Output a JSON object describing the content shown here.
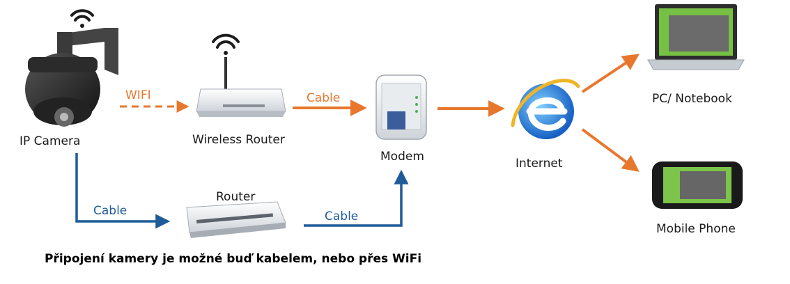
{
  "nodes": {
    "ip_camera": "IP Camera",
    "wireless_router": "Wireless Router",
    "router": "Router",
    "modem": "Modem",
    "internet": "Internet",
    "pc_notebook": "PC/ Notebook",
    "mobile_phone": "Mobile Phone"
  },
  "edges": {
    "wifi": "WIFI",
    "cable_1": "Cable",
    "cable_2": "Cable",
    "cable_3": "Cable"
  },
  "caption": "Připojení kamery je možné buď kabelem, nebo přes WiFi",
  "colors": {
    "orange": "#e8772e",
    "blue": "#1f5b99"
  }
}
